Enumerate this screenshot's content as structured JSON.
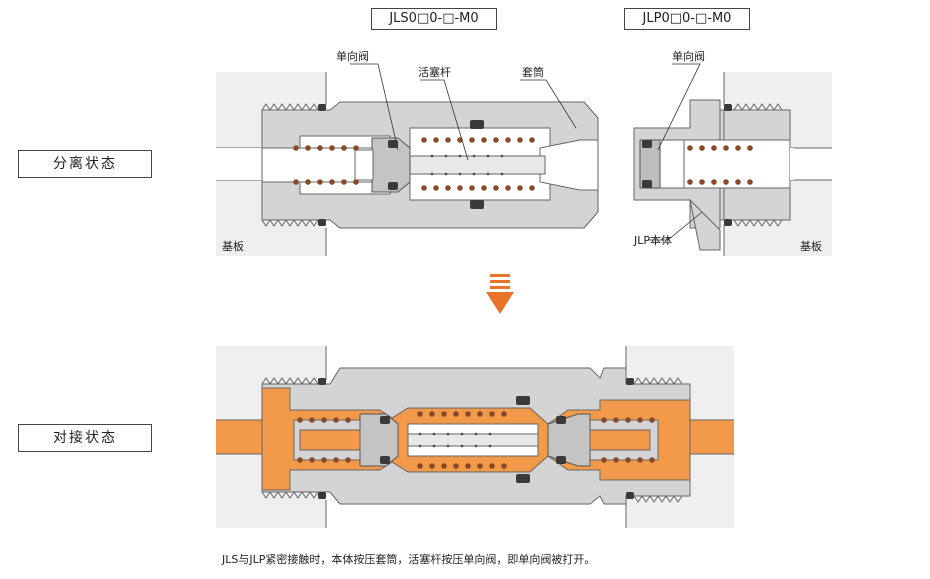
{
  "models": {
    "jls": "JLS0□0-□-M0",
    "jlp": "JLP0□0-□-M0"
  },
  "states": {
    "separated": "分离状态",
    "connected": "对接状态"
  },
  "callouts": {
    "check_valve_left": "单向阀",
    "piston_rod": "活塞杆",
    "sleeve": "套筒",
    "check_valve_right": "单向阀",
    "jlp_body": "JLP本体",
    "base_left": "基板",
    "base_right": "基板"
  },
  "caption": "JLS与JLP紧密接触时，本体按压套筒，活塞杆按压单向阀，即单向阀被打开。",
  "colors": {
    "metal": "#d4d4d4",
    "metal_dark": "#a8a8a8",
    "fluid": "#f39a4a",
    "spring": "#8a4a2a",
    "seal": "#3a3a3a",
    "arrow": "#e8742a",
    "line": "#555555"
  },
  "icons": {
    "transition": "down-arrow-icon"
  }
}
